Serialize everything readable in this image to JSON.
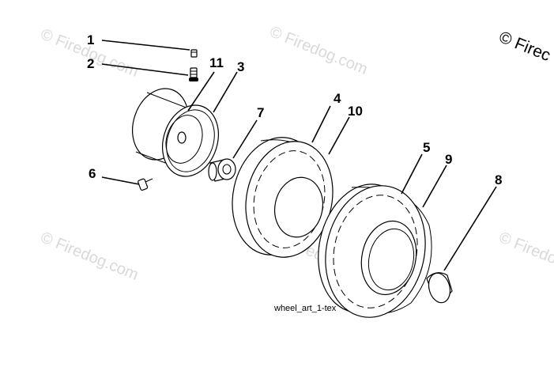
{
  "watermarks": [
    "© Firedog.com",
    "© Firedog.com",
    "© Firedog.com",
    "© Firedog.com",
    "© Firedog.com"
  ],
  "corner_watermark": "© Firec",
  "callouts": [
    "1",
    "2",
    "11",
    "3",
    "7",
    "4",
    "10",
    "6",
    "5",
    "9",
    "8"
  ],
  "caption": "wheel_art_1-tex"
}
